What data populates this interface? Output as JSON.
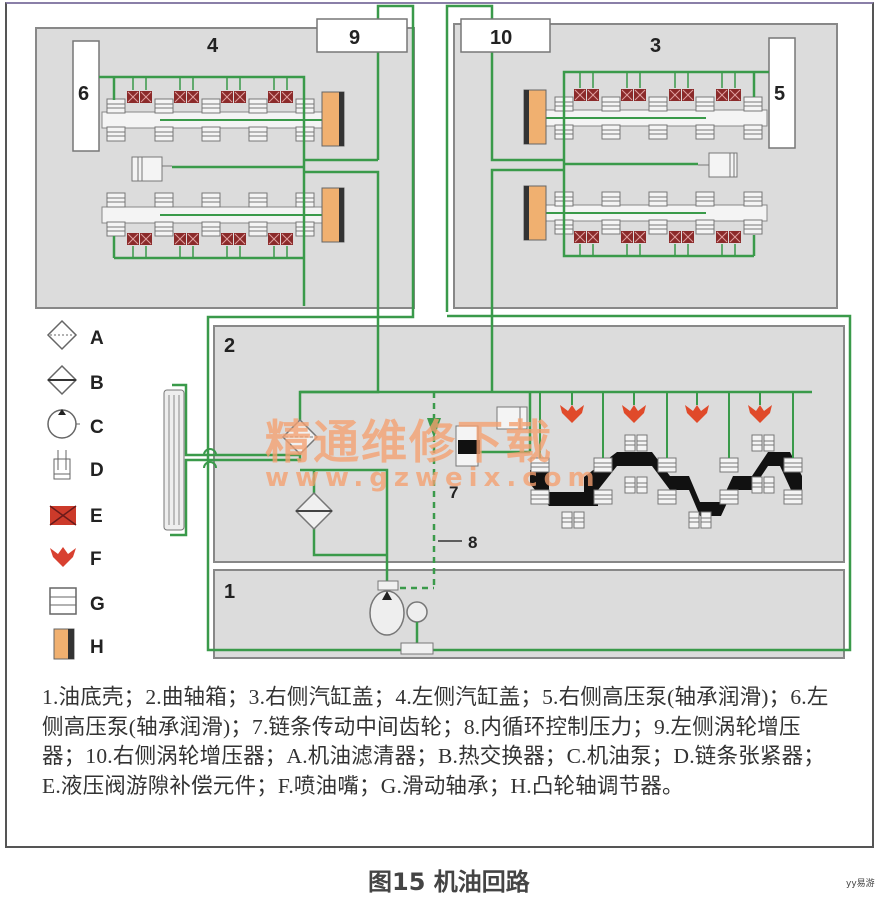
{
  "figure": {
    "title": "图15 机油回路",
    "corner_mark": "yy易游"
  },
  "diagram": {
    "colors": {
      "oil_line": "#3a9a4a",
      "panel_fill": "#dcdcdc",
      "panel_border": "#888888",
      "lash_adjuster": "#8b2a2a",
      "nozzle": "#e04a2a",
      "cam_adjuster": "#f0b070",
      "chain": "#111111"
    },
    "callouts": {
      "n1": "1",
      "n2": "2",
      "n3": "3",
      "n4": "4",
      "n5": "5",
      "n6": "6",
      "n7": "7",
      "n8": "8",
      "n9": "9",
      "n10": "10"
    },
    "legend": [
      {
        "key": "A",
        "icon": "oil-filter-icon"
      },
      {
        "key": "B",
        "icon": "heat-exchanger-icon"
      },
      {
        "key": "C",
        "icon": "oil-pump-icon"
      },
      {
        "key": "D",
        "icon": "chain-tensioner-icon"
      },
      {
        "key": "E",
        "icon": "hydraulic-lash-adjuster-icon"
      },
      {
        "key": "F",
        "icon": "oil-spray-nozzle-icon"
      },
      {
        "key": "G",
        "icon": "plain-bearing-icon"
      },
      {
        "key": "H",
        "icon": "camshaft-adjuster-icon"
      }
    ],
    "watermark": {
      "cn": "精通维修下载",
      "url": "www.gzweix.com"
    }
  },
  "caption": {
    "text": "1.油底壳；2.曲轴箱；3.右侧汽缸盖；4.左侧汽缸盖；5.右侧高压泵(轴承润滑)；6.左侧高压泵(轴承润滑)；7.链条传动中间齿轮；8.内循环控制压力；9.左侧涡轮增压器；10.右侧涡轮增压器；A.机油滤清器；B.热交换器；C.机油泵；D.链条张紧器；E.液压阀游隙补偿元件；F.喷油嘴；G.滑动轴承；H.凸轮轴调节器。",
    "items": [
      {
        "id": "1",
        "label": "油底壳"
      },
      {
        "id": "2",
        "label": "曲轴箱"
      },
      {
        "id": "3",
        "label": "右侧汽缸盖"
      },
      {
        "id": "4",
        "label": "左侧汽缸盖"
      },
      {
        "id": "5",
        "label": "右侧高压泵(轴承润滑)"
      },
      {
        "id": "6",
        "label": "左侧高压泵(轴承润滑)"
      },
      {
        "id": "7",
        "label": "链条传动中间齿轮"
      },
      {
        "id": "8",
        "label": "内循环控制压力"
      },
      {
        "id": "9",
        "label": "左侧涡轮增压器"
      },
      {
        "id": "10",
        "label": "右侧涡轮增压器"
      },
      {
        "id": "A",
        "label": "机油滤清器"
      },
      {
        "id": "B",
        "label": "热交换器"
      },
      {
        "id": "C",
        "label": "机油泵"
      },
      {
        "id": "D",
        "label": "链条张紧器"
      },
      {
        "id": "E",
        "label": "液压阀游隙补偿元件"
      },
      {
        "id": "F",
        "label": "喷油嘴"
      },
      {
        "id": "G",
        "label": "滑动轴承"
      },
      {
        "id": "H",
        "label": "凸轮轴调节器"
      }
    ]
  }
}
